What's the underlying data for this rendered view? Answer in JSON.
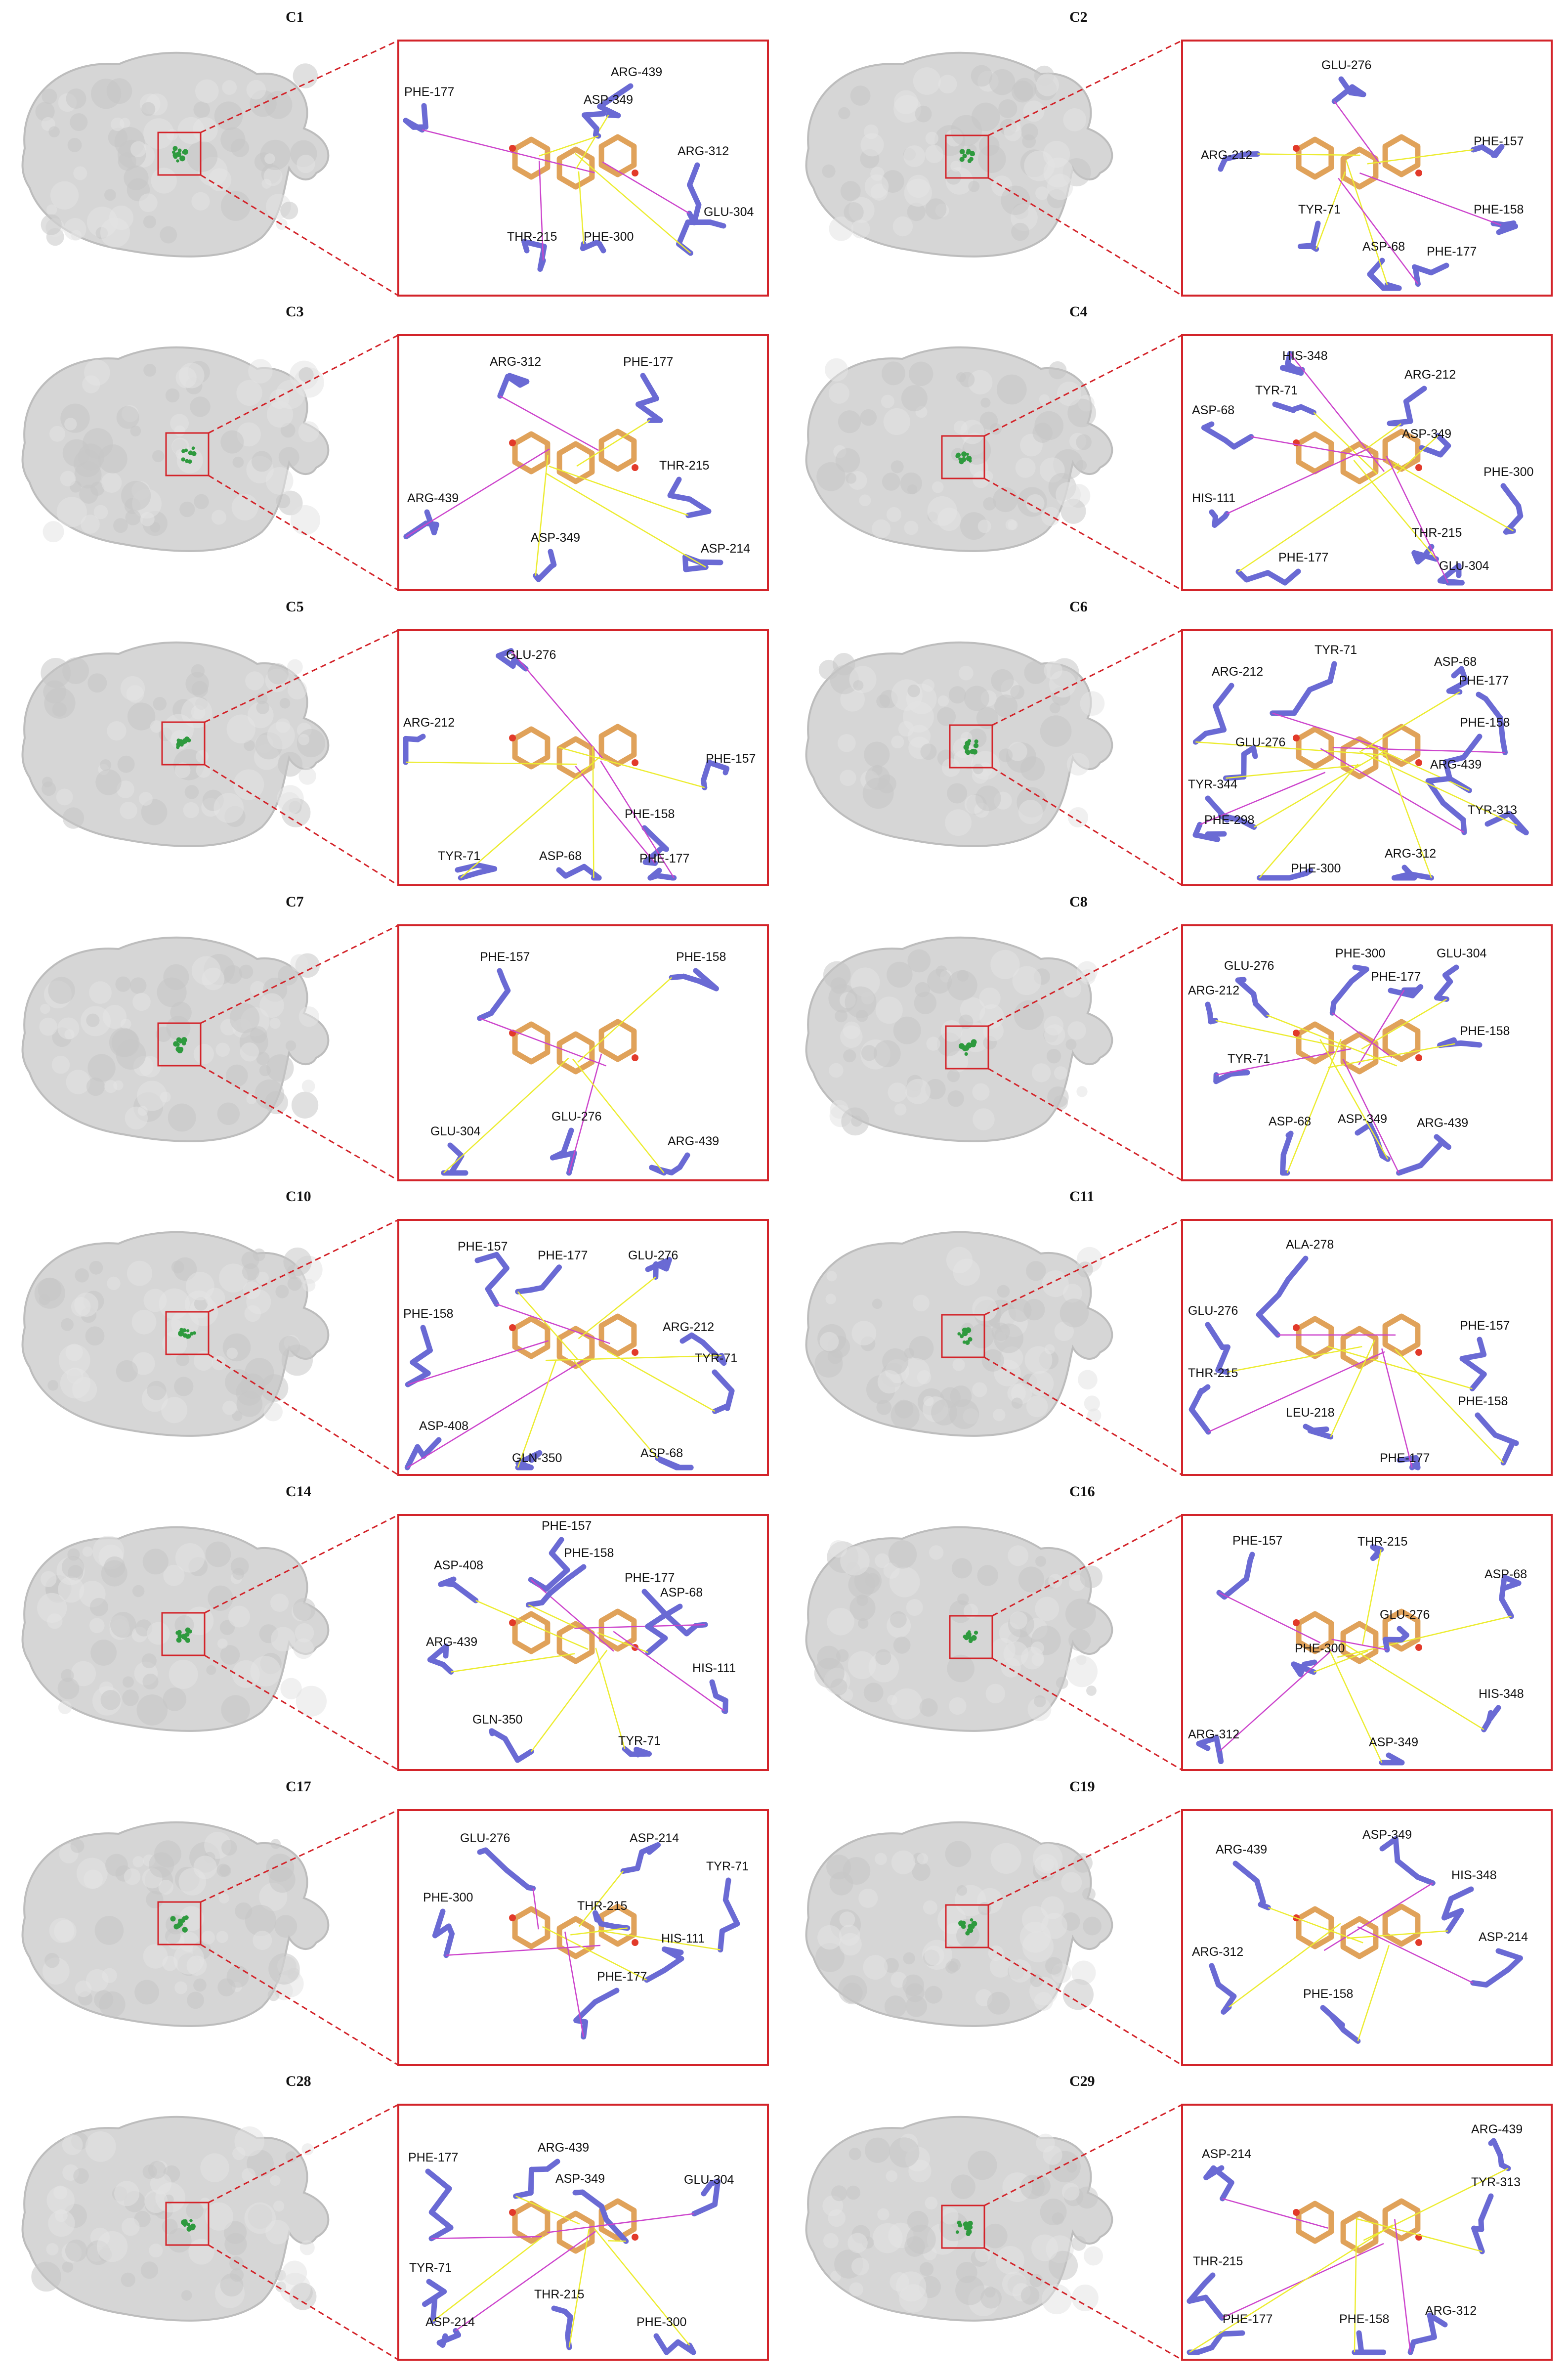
{
  "colors": {
    "frame": "#d3242a",
    "residue_stick": "#6a6ad4",
    "ligand": "#e0a25a",
    "hbond": "#ecec30",
    "pi_interaction": "#cc44cc",
    "protein_surface": "#d6d6d6"
  },
  "panels": [
    {
      "id": "C1",
      "residues": [
        "PHE-177",
        "ARG-439",
        "ASP-349",
        "ARG-312",
        "GLU-304",
        "PHE-300",
        "THR-215"
      ]
    },
    {
      "id": "C2",
      "residues": [
        "GLU-276",
        "ARG-212",
        "PHE-157",
        "PHE-158",
        "TYR-71",
        "ASP-68",
        "PHE-177"
      ]
    },
    {
      "id": "C3",
      "residues": [
        "ARG-312",
        "PHE-177",
        "THR-215",
        "ARG-439",
        "ASP-349",
        "ASP-214"
      ]
    },
    {
      "id": "C4",
      "residues": [
        "HIS-348",
        "ARG-212",
        "TYR-71",
        "ASP-68",
        "ASP-349",
        "PHE-300",
        "HIS-111",
        "THR-215",
        "PHE-177",
        "GLU-304"
      ]
    },
    {
      "id": "C5",
      "residues": [
        "GLU-276",
        "ARG-212",
        "PHE-157",
        "PHE-158",
        "TYR-71",
        "ASP-68",
        "PHE-177"
      ]
    },
    {
      "id": "C6",
      "residues": [
        "TYR-71",
        "ASP-68",
        "ARG-212",
        "PHE-177",
        "PHE-158",
        "GLU-276",
        "ARG-439",
        "TYR-344",
        "TYR-313",
        "PHE-298",
        "ARG-312",
        "PHE-300"
      ]
    },
    {
      "id": "C7",
      "residues": [
        "PHE-157",
        "PHE-158",
        "GLU-304",
        "GLU-276",
        "ARG-439"
      ]
    },
    {
      "id": "C8",
      "residues": [
        "PHE-300",
        "GLU-304",
        "GLU-276",
        "PHE-177",
        "ARG-212",
        "PHE-158",
        "TYR-71",
        "ASP-68",
        "ASP-349",
        "ARG-439"
      ]
    },
    {
      "id": "C10",
      "residues": [
        "PHE-157",
        "PHE-177",
        "GLU-276",
        "PHE-158",
        "ARG-212",
        "TYR-71",
        "ASP-408",
        "ASP-68",
        "GLN-350"
      ]
    },
    {
      "id": "C11",
      "residues": [
        "ALA-278",
        "GLU-276",
        "PHE-157",
        "THR-215",
        "PHE-158",
        "LEU-218",
        "PHE-177"
      ]
    },
    {
      "id": "C14",
      "residues": [
        "PHE-157",
        "PHE-158",
        "ASP-408",
        "PHE-177",
        "ASP-68",
        "ARG-439",
        "HIS-111",
        "GLN-350",
        "TYR-71"
      ]
    },
    {
      "id": "C16",
      "residues": [
        "PHE-157",
        "THR-215",
        "ASP-68",
        "GLU-276",
        "PHE-300",
        "HIS-348",
        "ARG-312",
        "ASP-349"
      ]
    },
    {
      "id": "C17",
      "residues": [
        "GLU-276",
        "ASP-214",
        "TYR-71",
        "PHE-300",
        "THR-215",
        "HIS-111",
        "PHE-177"
      ]
    },
    {
      "id": "C19",
      "residues": [
        "ASP-349",
        "ARG-439",
        "HIS-348",
        "ASP-214",
        "ARG-312",
        "PHE-158"
      ]
    },
    {
      "id": "C28",
      "residues": [
        "PHE-177",
        "ARG-439",
        "ASP-349",
        "GLU-304",
        "TYR-71",
        "THR-215",
        "ASP-214",
        "PHE-300"
      ]
    },
    {
      "id": "C29",
      "residues": [
        "ASP-214",
        "ARG-439",
        "TYR-313",
        "THR-215",
        "PHE-177",
        "PHE-158",
        "ARG-312"
      ]
    }
  ]
}
